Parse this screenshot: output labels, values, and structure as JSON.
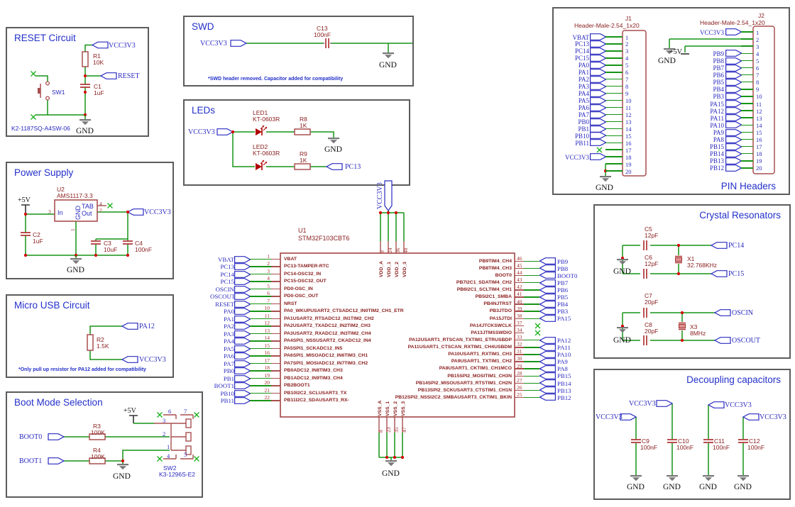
{
  "colors": {
    "wire": "#169416",
    "part": "#a94f4f",
    "ref_red": "#8b2020",
    "net_blue": "#2a2ac0",
    "title_blue": "#2330c9",
    "junction": "#d40000",
    "gnd": "#787878",
    "nc": "#1db11d"
  },
  "reset": {
    "title": "RESET Circuit",
    "vcc": "VCC3V3",
    "reset_net": "RESET",
    "r1_ref": "R1",
    "r1_val": "10K",
    "c1_ref": "C1",
    "c1_val": "1uF",
    "sw_ref": "SW1",
    "sw_part": "K2-1187SQ-A4SW-06",
    "gnd": "GND"
  },
  "swd": {
    "title": "SWD",
    "vcc": "VCC3V3",
    "c13_ref": "C13",
    "c13_val": "100nF",
    "gnd": "GND",
    "note": "*SWD header removed. Capacitor added for compatibility"
  },
  "leds": {
    "title": "LEDs",
    "vcc": "VCC3V3",
    "led1_ref": "LED1",
    "led1_val": "KT-0603R",
    "r8_ref": "R8",
    "r8_val": "1K",
    "gnd": "GND",
    "led2_ref": "LED2",
    "led2_val": "KT-0603R",
    "r9_ref": "R9",
    "r9_val": "1K",
    "pc13": "PC13"
  },
  "power": {
    "title": "Power Supply",
    "p5v": "+5V",
    "u2_ref": "U2",
    "u2_val": "AMS1117-3.3",
    "pin_in": "In",
    "pin_gnd": "GND",
    "pin_tab": "TAB",
    "pin_out": "Out",
    "n1": "1",
    "n2": "2",
    "n3": "3",
    "n4": "4",
    "c2_ref": "C2",
    "c2_val": "1uF",
    "c3_ref": "C3",
    "c3_val": "10uF",
    "c4_ref": "C4",
    "c4_val": "100nF",
    "vcc": "VCC3V3",
    "gnd": "GND"
  },
  "usb": {
    "title": "Micro USB Circuit",
    "pa12": "PA12",
    "r2_ref": "R2",
    "r2_val": "1.5K",
    "vcc": "VCC3V3",
    "note": "*Only pull up resistor for PA12 added for compatibility"
  },
  "boot": {
    "title": "Boot Mode Selection",
    "p5v": "+5V",
    "boot0": "BOOT0",
    "boot1": "BOOT1",
    "r3_ref": "R3",
    "r3_val": "100K",
    "r4_ref": "R4",
    "r4_val": "100K",
    "gnd": "GND",
    "sw_ref": "SW2",
    "sw_part": "K3-1296S-E2",
    "p1": "1",
    "p2": "2",
    "p3": "3",
    "p4": "4",
    "p5": "5",
    "p6": "6",
    "p7": "7"
  },
  "headers": {
    "title": "PIN Headers",
    "j1": {
      "ref": "J1",
      "part": "Header-Male-2.54_1x20",
      "gnd": "GND",
      "rows": [
        {
          "num": "1",
          "label": "VBAT",
          "type": "flag"
        },
        {
          "num": "2",
          "label": "PC13",
          "type": "flag"
        },
        {
          "num": "3",
          "label": "PC14",
          "type": "flag"
        },
        {
          "num": "4",
          "label": "PC15",
          "type": "flag"
        },
        {
          "num": "5",
          "label": "PA0",
          "type": "flag"
        },
        {
          "num": "6",
          "label": "PA1",
          "type": "flag"
        },
        {
          "num": "7",
          "label": "PA2",
          "type": "flag"
        },
        {
          "num": "8",
          "label": "PA3",
          "type": "flag"
        },
        {
          "num": "9",
          "label": "PA4",
          "type": "flag"
        },
        {
          "num": "10",
          "label": "PA5",
          "type": "flag"
        },
        {
          "num": "11",
          "label": "PA6",
          "type": "flag"
        },
        {
          "num": "12",
          "label": "PA7",
          "type": "flag"
        },
        {
          "num": "13",
          "label": "PB0",
          "type": "flag"
        },
        {
          "num": "14",
          "label": "PB1",
          "type": "flag"
        },
        {
          "num": "15",
          "label": "PB10",
          "type": "flag"
        },
        {
          "num": "16",
          "label": "PB11",
          "type": "flag"
        },
        {
          "num": "17",
          "type": "nc"
        },
        {
          "num": "18",
          "label": "VCC3V3",
          "type": "flag"
        },
        {
          "num": "19",
          "type": "plain"
        },
        {
          "num": "20",
          "type": "plain"
        }
      ]
    },
    "j2": {
      "ref": "J2",
      "part": "Header-Male-2.54_1x20",
      "gnd": "GND",
      "p5v": "+5V",
      "rows": [
        {
          "num": "1",
          "label": "VCC3V3",
          "type": "flag"
        },
        {
          "num": "2",
          "type": "plain"
        },
        {
          "num": "3",
          "type": "plain"
        },
        {
          "num": "4",
          "label": "PB9",
          "type": "flag"
        },
        {
          "num": "5",
          "label": "PB8",
          "type": "flag"
        },
        {
          "num": "6",
          "label": "PB7",
          "type": "flag"
        },
        {
          "num": "7",
          "label": "PB6",
          "type": "flag"
        },
        {
          "num": "8",
          "label": "PB5",
          "type": "flag"
        },
        {
          "num": "9",
          "label": "PB4",
          "type": "flag"
        },
        {
          "num": "10",
          "label": "PB3",
          "type": "flag"
        },
        {
          "num": "11",
          "label": "PA15",
          "type": "flag"
        },
        {
          "num": "12",
          "label": "PA12",
          "type": "flag"
        },
        {
          "num": "13",
          "label": "PA11",
          "type": "flag"
        },
        {
          "num": "14",
          "label": "PA10",
          "type": "flag"
        },
        {
          "num": "15",
          "label": "PA9",
          "type": "flag"
        },
        {
          "num": "16",
          "label": "PA8",
          "type": "flag"
        },
        {
          "num": "17",
          "label": "PB15",
          "type": "flag"
        },
        {
          "num": "18",
          "label": "PB14",
          "type": "flag"
        },
        {
          "num": "19",
          "label": "PB13",
          "type": "flag"
        },
        {
          "num": "20",
          "label": "PB12",
          "type": "flag"
        }
      ]
    }
  },
  "crystals": {
    "title": "Crystal Resonators",
    "groups": [
      {
        "cap_top_ref": "C5",
        "cap_top_val": "12pF",
        "cap_bot_ref": "C6",
        "cap_bot_val": "12pF",
        "xtal_ref": "X1",
        "xtal_val": "32.768KHz",
        "net_top": "PC14",
        "net_bot": "PC15",
        "gnd": "GND"
      },
      {
        "cap_top_ref": "C7",
        "cap_top_val": "20pF",
        "cap_bot_ref": "C8",
        "cap_bot_val": "20pF",
        "xtal_ref": "X3",
        "xtal_val": "8MHz",
        "net_top": "OSCIN",
        "net_bot": "OSCOUT",
        "gnd": "GND"
      }
    ]
  },
  "decoupling": {
    "title": "Decoupling capacitors",
    "caps": [
      {
        "ref": "C9",
        "val": "100nF",
        "vcc": "VCC3V3",
        "gnd": "GND"
      },
      {
        "ref": "C10",
        "val": "100nF",
        "vcc": "VCC3V3",
        "gnd": "GND"
      },
      {
        "ref": "C11",
        "val": "100nF",
        "vcc": "VCC3V3",
        "gnd": "GND"
      },
      {
        "ref": "C12",
        "val": "100nF",
        "vcc": "VCC3V3",
        "gnd": "GND"
      }
    ]
  },
  "mcu": {
    "ref": "U1",
    "part": "STM32F103CBT6",
    "vcc": "VCC3V3",
    "gnd": "GND",
    "left_pins": [
      {
        "num": "1",
        "name": "VBAT",
        "label": "VBAT",
        "type": "flag"
      },
      {
        "num": "2",
        "name": "PC13-TAMPER-RTC",
        "label": "PC13",
        "type": "flag"
      },
      {
        "num": "3",
        "name": "PC14-OSC32_IN",
        "label": "PC14",
        "type": "flag"
      },
      {
        "num": "4",
        "name": "PC15-OSC32_OUT",
        "label": "PC15",
        "type": "flag"
      },
      {
        "num": "5",
        "name": "PD0-OSC_IN",
        "label": "OSCIN",
        "type": "flag"
      },
      {
        "num": "6",
        "name": "PD0-OSC_OUT",
        "label": "OSCOUT",
        "type": "flag"
      },
      {
        "num": "7",
        "name": "NRST",
        "label": "RESET",
        "type": "flag"
      },
      {
        "num": "10",
        "name": "PA0_WKUPUSART2_CTSADC12_IN0TIM2_CH1_ETR",
        "label": "PA0",
        "type": "flag"
      },
      {
        "num": "11",
        "name": "PA1USART2_RTSADC12_IN1TIM2_CH2",
        "label": "PA1",
        "type": "flag"
      },
      {
        "num": "12",
        "name": "PA2USART2_TXADC12_IN2TIM2_CH3",
        "label": "PA2",
        "type": "flag"
      },
      {
        "num": "13",
        "name": "PA3USART2_RXADC12_IN3TIM2_CH4",
        "label": "PA3",
        "type": "flag"
      },
      {
        "num": "14",
        "name": "PA4SPI1_NSSUSART2_CKADC12_IN4",
        "label": "PA4",
        "type": "flag"
      },
      {
        "num": "15",
        "name": "PA5SPI1_SCKADC12_IN5",
        "label": "PA5",
        "type": "flag"
      },
      {
        "num": "16",
        "name": "PA6SPI1_MISOADC12_IN6TIM3_CH1",
        "label": "PA6",
        "type": "flag"
      },
      {
        "num": "17",
        "name": "PA7SPI1_MOSIADC12_IN7TIM3_CH2",
        "label": "PA7",
        "type": "flag"
      },
      {
        "num": "18",
        "name": "PB0ADC12_IN8TIM3_CH3",
        "label": "PB0",
        "type": "flag"
      },
      {
        "num": "19",
        "name": "PB1ADC12_IN9TIM3_CH4",
        "label": "PB1",
        "type": "flag"
      },
      {
        "num": "20",
        "name": "PB2BOOT1",
        "label": "BOOT1",
        "type": "flag"
      },
      {
        "num": "21",
        "name": "PB10I2C2_SCLUSART3_TX",
        "label": "PB10",
        "type": "flag"
      },
      {
        "num": "22",
        "name": "PB11I2C2_SDAUSART3_RX-",
        "label": "PB11",
        "type": "flag"
      }
    ],
    "right_pins": [
      {
        "num": "46",
        "name": "PB9TIM4_CH4",
        "label": "PB9",
        "type": "flag"
      },
      {
        "num": "45",
        "name": "PB8TIM4_CH3",
        "label": "PB8",
        "type": "flag"
      },
      {
        "num": "44",
        "name": "BOOT0",
        "label": "BOOT0",
        "type": "flag"
      },
      {
        "num": "43",
        "name": "PB7I2C1_SDATIM4_CH2",
        "label": "PB7",
        "type": "flag"
      },
      {
        "num": "42",
        "name": "PB6I2C1_SCLTIM4_CH1",
        "label": "PB6",
        "type": "flag"
      },
      {
        "num": "41",
        "name": "PB5I2C1_SMBA",
        "label": "PB5",
        "type": "flag"
      },
      {
        "num": "40",
        "name": "PB4NJTRST",
        "label": "PB4",
        "type": "flag"
      },
      {
        "num": "39",
        "name": "PB3JTDO",
        "label": "PB3",
        "type": "flag"
      },
      {
        "num": "38",
        "name": "PA15JTDI",
        "label": "PA15",
        "type": "flag"
      },
      {
        "num": "37",
        "name": "PA14JTCKSWCLK",
        "type": "nc"
      },
      {
        "num": "34",
        "name": "PA13JTMSSWDIO",
        "type": "nc"
      },
      {
        "num": "33",
        "name": "PA12USART1_RTSCAN_TXTIM1_ETRUSBDP",
        "label": "PA12",
        "type": "flag"
      },
      {
        "num": "32",
        "name": "PA11USART1_CTSCAN_RXTIM1_CH4USBDM",
        "label": "PA11",
        "type": "flag"
      },
      {
        "num": "31",
        "name": "PA10USART1_RXTIM1_CH3",
        "label": "PA10",
        "type": "flag"
      },
      {
        "num": "30",
        "name": "PA9USART1_TXTIM1_CH2",
        "label": "PA9",
        "type": "flag"
      },
      {
        "num": "29",
        "name": "PA8USART1_CKTIM1_CH1MCO",
        "label": "PA8",
        "type": "flag"
      },
      {
        "num": "28",
        "name": "PB15SPI2_MOSITIM1_CH3N",
        "label": "PB15",
        "type": "flag"
      },
      {
        "num": "27",
        "name": "PB14SPI2_MISOUSART3_RTSTIM1_CH2N",
        "label": "PB14",
        "type": "flag"
      },
      {
        "num": "26",
        "name": "PB13SPI2_SCKUSART3_CTSTIM1_CH1N",
        "label": "PB13",
        "type": "flag"
      },
      {
        "num": "25",
        "name": "PB12SPI2_NSSI2C2_SMBAUSART3_CKTIM1_BKIN",
        "label": "PB12",
        "type": "flag"
      }
    ],
    "vdd_pins": [
      {
        "num": "9",
        "name": "VDD_A"
      },
      {
        "num": "24",
        "name": "VDD_1"
      },
      {
        "num": "36",
        "name": "VDD_2"
      },
      {
        "num": "48",
        "name": "VDD_3"
      }
    ],
    "vss_pins": [
      {
        "num": "8",
        "name": "VSS_A"
      },
      {
        "num": "23",
        "name": "VSS_1"
      },
      {
        "num": "35",
        "name": "VSS_2"
      },
      {
        "num": "47",
        "name": "VSS_3"
      }
    ]
  }
}
